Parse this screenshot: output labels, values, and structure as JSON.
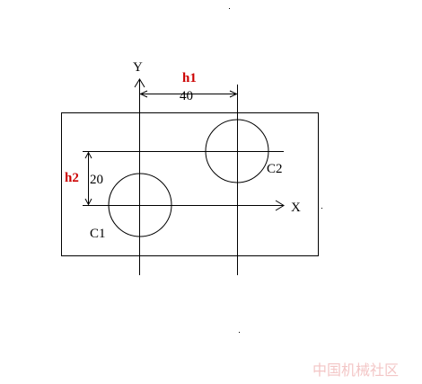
{
  "diagram": {
    "axis_x_label": "X",
    "axis_y_label": "Y",
    "dim_horizontal_name": "h1",
    "dim_horizontal_value": "40",
    "dim_vertical_name": "h2",
    "dim_vertical_value": "20",
    "circle_1_label": "C1",
    "circle_2_label": "C2"
  },
  "watermark": "中国机械社区",
  "colors": {
    "line": "#000000",
    "dimension_name": "#cc0000",
    "watermark": "#f3c6c6"
  }
}
